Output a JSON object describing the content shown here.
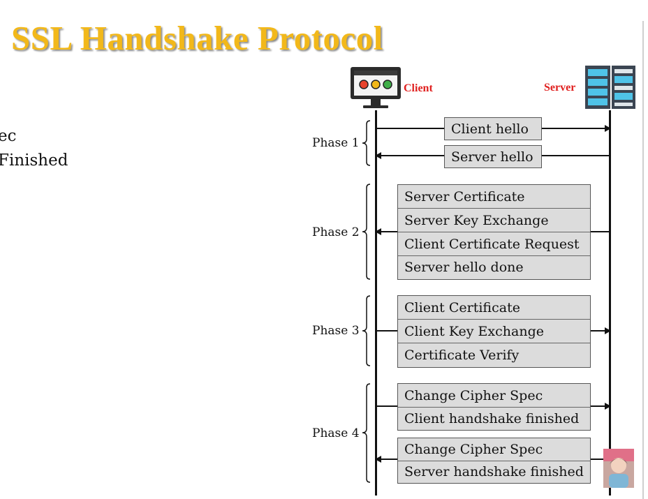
{
  "slide": {
    "title": "SSL Handshake Protocol",
    "cut_off_lines": [
      "ec",
      "Finished"
    ]
  },
  "actors": {
    "client": {
      "label": "Client",
      "icon": "client-computer-icon"
    },
    "server": {
      "label": "Server",
      "icon": "server-rack-icon"
    }
  },
  "phases": [
    {
      "label": "Phase 1",
      "groups": [
        {
          "direction": "client-to-server",
          "messages": [
            "Client hello"
          ]
        },
        {
          "direction": "server-to-client",
          "messages": [
            "Server hello"
          ]
        }
      ]
    },
    {
      "label": "Phase 2",
      "groups": [
        {
          "direction": "server-to-client",
          "messages": [
            "Server Certificate",
            "Server Key Exchange",
            "Client Certificate Request",
            "Server hello done"
          ]
        }
      ]
    },
    {
      "label": "Phase 3",
      "groups": [
        {
          "direction": "client-to-server",
          "messages": [
            "Client Certificate",
            "Client Key Exchange",
            "Certificate Verify"
          ]
        }
      ]
    },
    {
      "label": "Phase 4",
      "groups": [
        {
          "direction": "client-to-server",
          "messages": [
            "Change Cipher Spec",
            "Client handshake finished"
          ]
        },
        {
          "direction": "server-to-client",
          "messages": [
            "Change Cipher Spec",
            "Server handshake finished"
          ]
        }
      ]
    }
  ],
  "colors": {
    "title": "#f2b81a",
    "actor_label": "#e0201f",
    "message_box": "#dcdcdc"
  }
}
